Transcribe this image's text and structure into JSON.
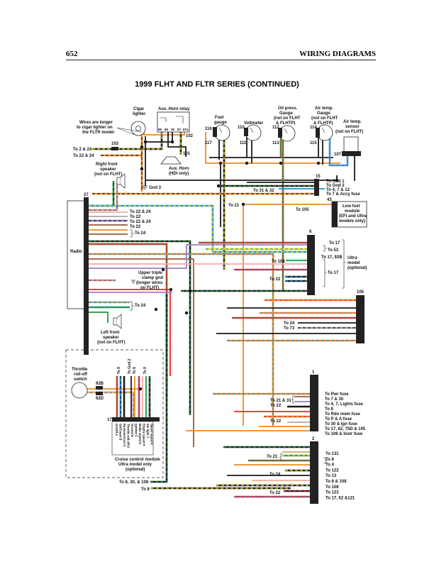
{
  "header": {
    "page_number": "652",
    "section": "WIRING DIAGRAMS"
  },
  "title": "1999 FLHT AND FLTR SERIES (CONTINUED)",
  "colors": {
    "black": "#1a1a1a",
    "orange": "#f08a24",
    "red": "#e8262b",
    "blue": "#1e90d6",
    "green": "#1a9a3a",
    "brown": "#9a5a3a",
    "violet": "#9a7ec0",
    "pink": "#f3a9a9",
    "gray": "#a8a8a8",
    "yellow": "#f5e200",
    "tan": "#d9a06e"
  },
  "components": {
    "cigar_lighter": {
      "label_1": "Cigar",
      "label_2": "lighter"
    },
    "wires_note": {
      "l1": "Wires are longer",
      "l2": "to cigar lighter on",
      "l3": "the FLTR model"
    },
    "aux_horn_relay": {
      "label": "Aux. Horn relay",
      "pins": [
        "86",
        "85",
        "30",
        "87",
        "87a"
      ],
      "num": "102"
    },
    "aux_horn": {
      "l1": "Aux. Horn",
      "l2": "(HDI only)",
      "num": "101"
    },
    "conn_103": "103",
    "to_2_24": "To 2 & 24",
    "to_22_24": "To 22 & 24",
    "right_speaker": {
      "l1": "Right front",
      "l2": "speaker",
      "l3": "(not on FLHT)"
    },
    "gnd3": "Gnd 3",
    "fuel_gauge": {
      "l1": "Fuel",
      "l2": "gauge",
      "a": "116",
      "b": "117"
    },
    "voltmeter": {
      "l1": "Voltmeter",
      "a": "110",
      "b": "111"
    },
    "oil_gauge": {
      "l1": "Oil press.",
      "l2": "Gauge",
      "l3": "(not on FLHT",
      "l4": "& FLHTP)",
      "a": "112",
      "b": "113"
    },
    "air_gauge": {
      "l1": "Air temp.",
      "l2": "Gauge",
      "l3": "(not on FLHT",
      "l4": "& FLHTP)",
      "a": "114",
      "b": "115"
    },
    "air_sensor": {
      "l1": "Air temp.",
      "l2": "sensor",
      "l3": "(not on FLHT)",
      "num": "107"
    },
    "conn_15": {
      "num": "15",
      "labels": [
        "To Gnd 1",
        "To Gnd 2",
        "To 4, 7 & 12",
        "To 7 & Accy fuse"
      ],
      "left": "To 31 & 32"
    },
    "to_21": "To 21",
    "low_fuel": {
      "num": "43",
      "l1": "Low fuel",
      "l2": "module",
      "l3": "(EFI and Ultra",
      "l4": "models only)",
      "left": "To 105"
    },
    "radio": {
      "label": "Radio",
      "num": "27",
      "outs": [
        "To 22 & 24",
        "To 22",
        "To 22 & 24",
        "To 22",
        "To 24",
        "To 24"
      ]
    },
    "upper_clamp": {
      "l1": "Upper triple",
      "l2": "clamp gnd",
      "l3": "(longer wires",
      "l4": "on FLHT)"
    },
    "left_speaker": {
      "l1": "Left front",
      "l2": "speaker",
      "l3": "(not on FLHT)"
    },
    "conn_6": {
      "num": "6",
      "right": [
        "To 17",
        "To 53",
        "To 17, 92B",
        "To 17"
      ],
      "left": [
        "To 108",
        "To 22"
      ]
    },
    "ultra": {
      "l1": "Ultra",
      "l2": "model",
      "l3": "(optional)"
    },
    "conn_105": {
      "num": "105",
      "left": [
        "To 24",
        "To 73"
      ]
    },
    "throttle": {
      "l1": "Throttle",
      "l2": "roll-off",
      "l3": "switch",
      "c1": "92B",
      "c2": "92D"
    },
    "cruise": {
      "num": "17",
      "top": [
        "To 8",
        "To Gnd 2",
        "To 8",
        "To 8"
      ],
      "pins": [
        "On/Off A",
        "Set/Coast B",
        "Resume/Accel C",
        "Throttle roll-off D",
        "Ground E",
        "Ignition F",
        "Brake signal G",
        "Engine speed H",
        "Set light J",
        "Speed signal K"
      ],
      "l1": "Cruise control module",
      "l2": "Ultra model only",
      "l3": "(optional)"
    },
    "bottom_left": [
      "To 8, 30, & 108",
      "To 8"
    ],
    "conn_1": {
      "num": "1",
      "right": [
        "To Pwr fuse",
        "To 7 & 30",
        "To 4, 7, Lights fuse",
        "To 8",
        "To Rdo mem fuse",
        "To P & A fuse",
        "To 30 & Ign fuse",
        "To 17, 62, 75D & 105",
        "To 108 & Instr fuse"
      ],
      "left": [
        "To 21 & 31",
        "To 22",
        "To 22"
      ]
    },
    "conn_2": {
      "num": "2",
      "right": [
        "To 131",
        "To 8",
        "To 4",
        "To 122",
        "To 13",
        "To 8 & 108",
        "To 108",
        "To 123",
        "To 17, 62 &121"
      ],
      "left": [
        "To 21",
        "To 24",
        "To 22"
      ]
    }
  }
}
